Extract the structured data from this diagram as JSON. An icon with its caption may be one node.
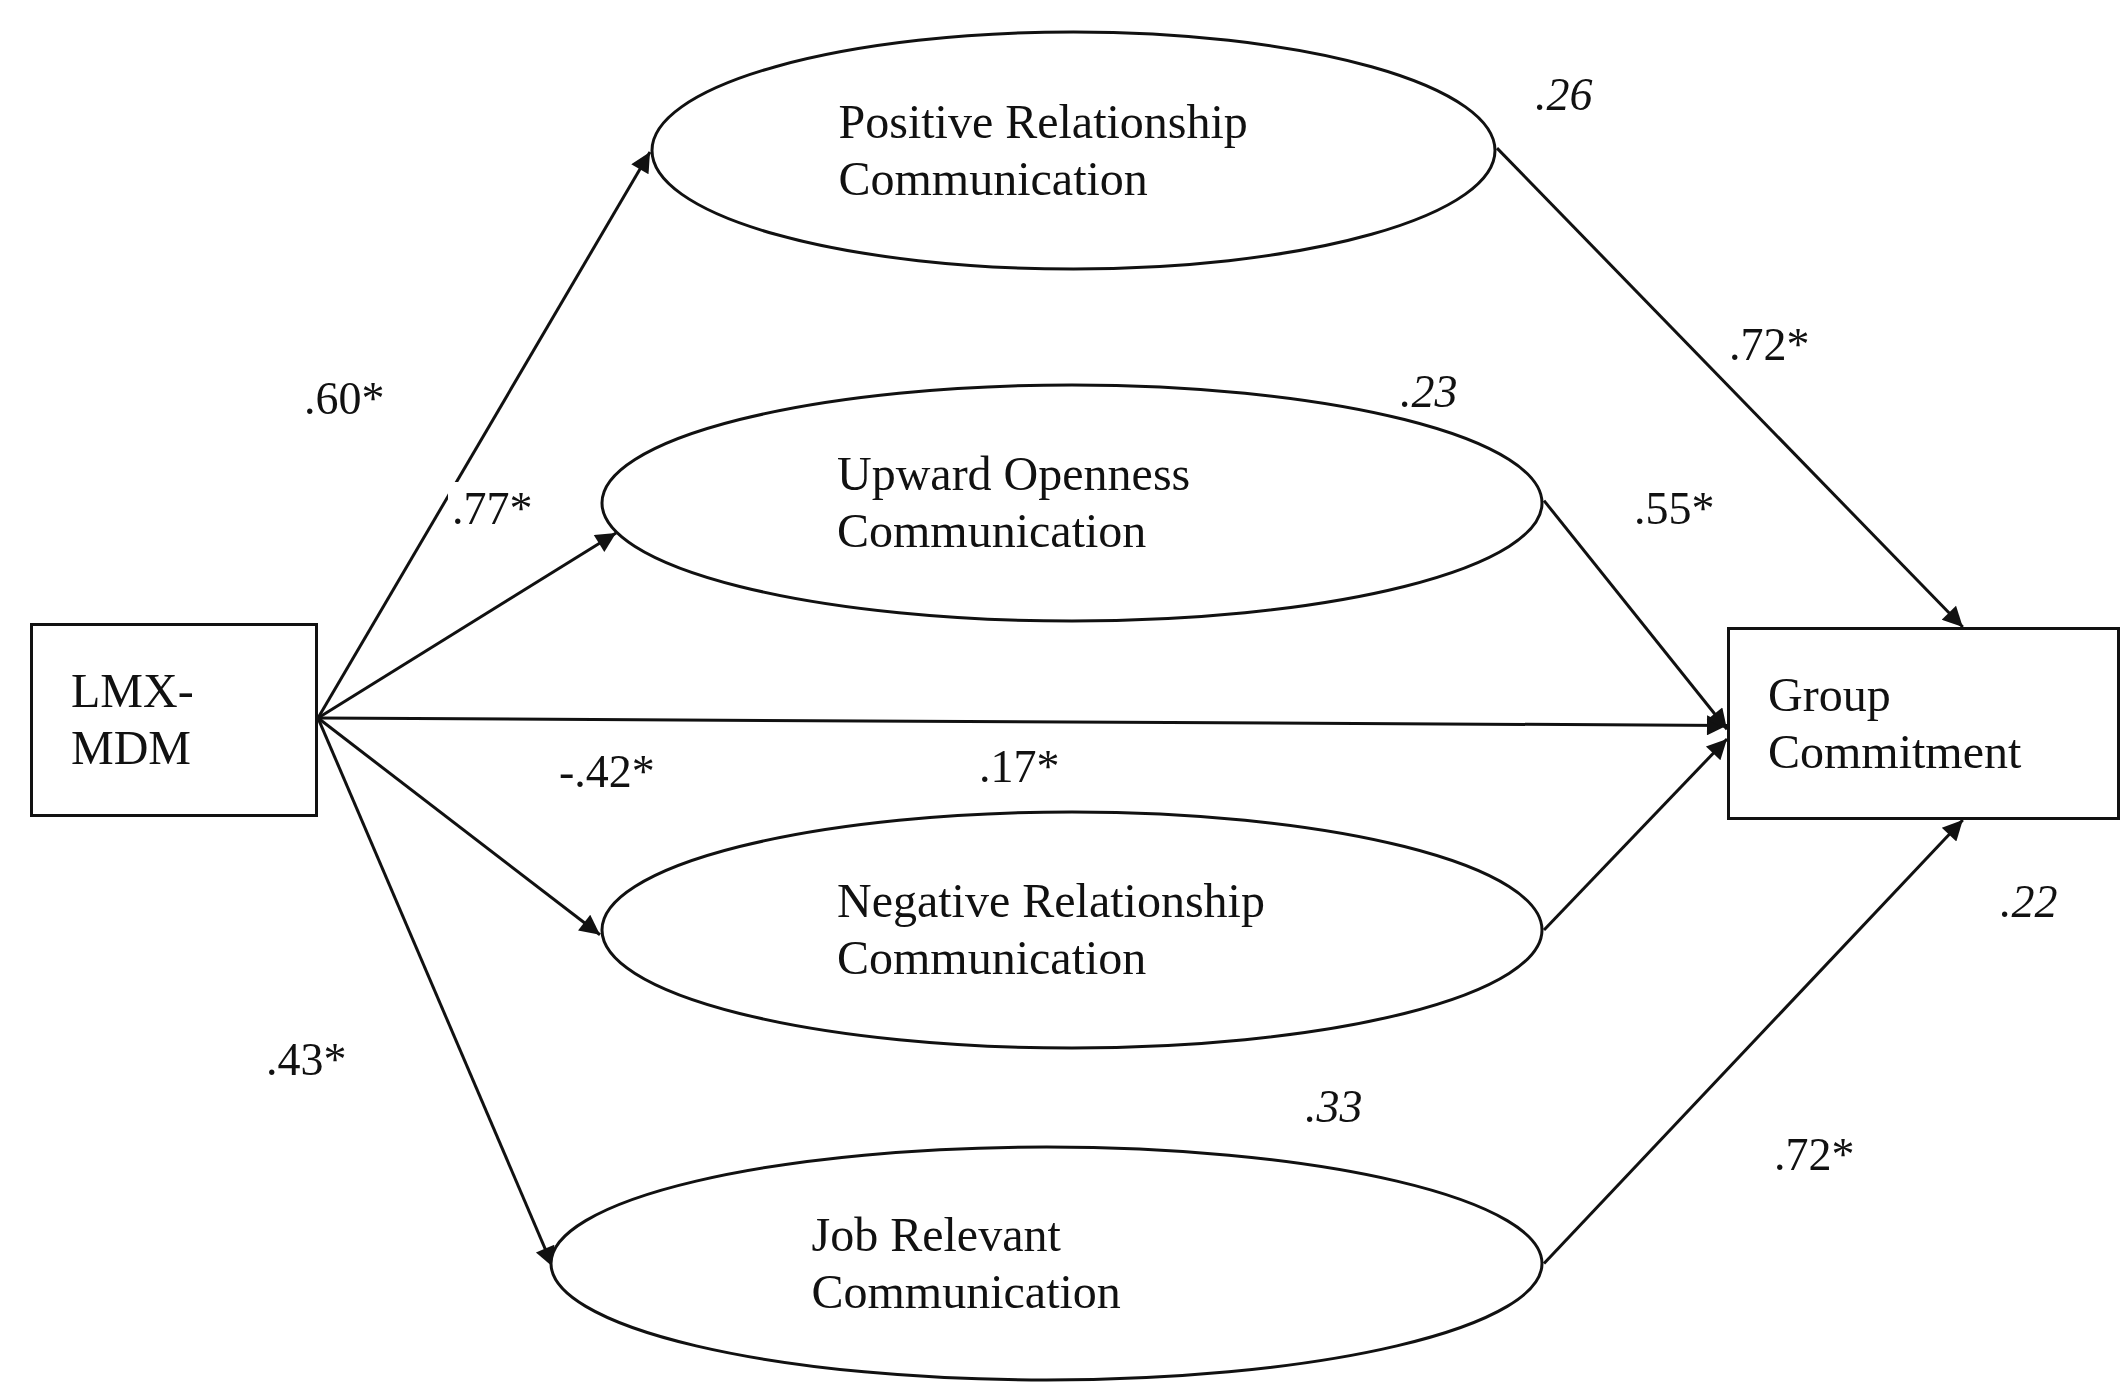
{
  "diagram": {
    "nodes": [
      {
        "text": [
          "LMX- MDM"
        ]
      },
      {
        "text": [
          "Positive Relationship Communication"
        ],
        "beside": [
          ".26"
        ]
      },
      {
        "text": [
          "Upward Openness Communication"
        ],
        "beside": [
          ".23"
        ]
      },
      {
        "text": [
          "Negative Relationship Communication"
        ]
      },
      {
        "text": [
          "Job Relevant Communication"
        ],
        "beside": [
          ".33"
        ]
      },
      {
        "text": [
          "Group Commitment"
        ],
        "beside": [
          ".22"
        ]
      }
    ],
    "edges": [
      {
        "from": 0,
        "to": 1,
        "arrow": "to",
        "label": ".60*"
      },
      {
        "from": 0,
        "to": 2,
        "arrow": "to",
        "label": ".77*"
      },
      {
        "from": 0,
        "to": 5,
        "arrow": "to",
        "label": ".17*"
      },
      {
        "from": 0,
        "to": 3,
        "arrow": "to",
        "label": "-.42*"
      },
      {
        "from": 0,
        "to": 4,
        "arrow": "to",
        "label": ".43*"
      },
      {
        "from": 1,
        "to": 5,
        "arrow": "to",
        "label": ".72*"
      },
      {
        "from": 2,
        "to": 5,
        "arrow": "to",
        "label": ".55*"
      },
      {
        "from": 3,
        "to": 5,
        "arrow": "to"
      },
      {
        "from": 4,
        "to": 5,
        "arrow": "to",
        "label": ".72*"
      }
    ]
  }
}
